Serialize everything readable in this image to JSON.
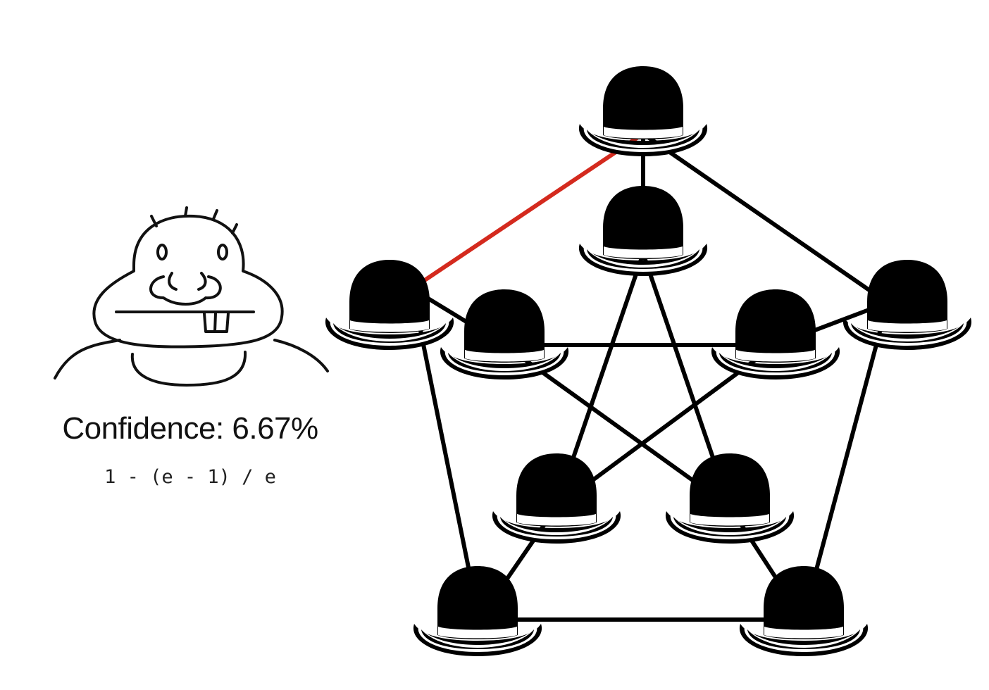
{
  "confidence": {
    "text": "Confidence: 6.67%",
    "formula": "1 - (e - 1) / e"
  },
  "graph": {
    "type": "petersen",
    "outer": [
      "o1",
      "o2",
      "o3",
      "o4",
      "o5"
    ],
    "inner": [
      "i1",
      "i2",
      "i3",
      "i4",
      "i5"
    ],
    "edges": [
      [
        "o1",
        "o2"
      ],
      [
        "o2",
        "o3"
      ],
      [
        "o3",
        "o4"
      ],
      [
        "o4",
        "o5"
      ],
      [
        "o5",
        "o1"
      ],
      [
        "o1",
        "i1"
      ],
      [
        "o2",
        "i2"
      ],
      [
        "o3",
        "i3"
      ],
      [
        "o4",
        "i4"
      ],
      [
        "o5",
        "i5"
      ],
      [
        "i1",
        "i3"
      ],
      [
        "i3",
        "i5"
      ],
      [
        "i5",
        "i2"
      ],
      [
        "i2",
        "i4"
      ],
      [
        "i4",
        "i1"
      ]
    ],
    "highlighted_edge": [
      "o1",
      "o2"
    ],
    "colors": {
      "edge": "#000000",
      "highlight": "#d42a1e",
      "hat": "#000000",
      "band": "#ffffff"
    },
    "node_icon": "bowler-hat-icon"
  },
  "character": {
    "icon": "mole-sketch-icon"
  }
}
